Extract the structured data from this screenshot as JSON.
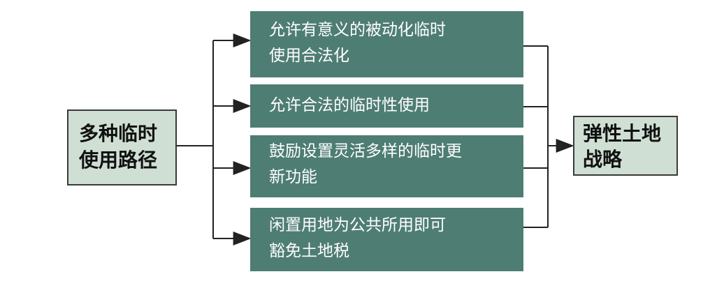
{
  "source": {
    "lines": [
      "多种临时",
      "使用路径"
    ]
  },
  "options": [
    {
      "lines": [
        "允许有意义的被动化临时",
        "使用合法化"
      ]
    },
    {
      "lines": [
        "允许合法的临时性使用"
      ]
    },
    {
      "lines": [
        "鼓励设置灵活多样的临时更",
        "新功能"
      ]
    },
    {
      "lines": [
        "闲置用地为公共所用即可",
        "豁免土地税"
      ]
    }
  ],
  "target": {
    "lines": [
      "弹性土地",
      "战略"
    ]
  },
  "colors": {
    "option_fill": "#4e7d74",
    "end_fill": "#cfdfd3",
    "line": "#222222"
  }
}
